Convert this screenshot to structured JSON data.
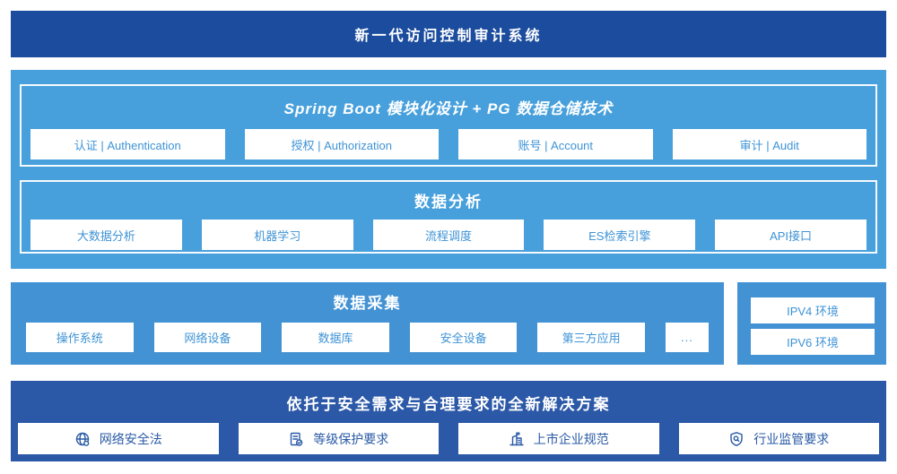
{
  "colors": {
    "dark-blue": "#1B4C9E",
    "light-blue": "#47A0DC",
    "mid-blue": "#4392D4",
    "bottom-blue": "#2B58A7",
    "box-text": "#3E93D6",
    "solution-text": "#2A5AA5"
  },
  "banner": {
    "title": "新一代访问控制审计系统"
  },
  "platform": {
    "arch": {
      "title": "Spring Boot 模块化设计 + PG 数据仓储技术",
      "boxes": [
        "认证 | Authentication",
        "授权 | Authorization",
        "账号 | Account",
        "审计 | Audit"
      ]
    },
    "analysis": {
      "title": "数据分析",
      "boxes": [
        "大数据分析",
        "机器学习",
        "流程调度",
        "ES检索引擎",
        "API接口"
      ]
    }
  },
  "collection": {
    "title": "数据采集",
    "boxes": [
      "操作系统",
      "网络设备",
      "数据库",
      "安全设备",
      "第三方应用",
      "..."
    ]
  },
  "environments": {
    "boxes": [
      "IPV4 环境",
      "IPV6 环境"
    ]
  },
  "solution": {
    "title": "依托于安全需求与合理要求的全新解决方案",
    "boxes": [
      {
        "icon": "globe-icon",
        "label": "网络安全法"
      },
      {
        "icon": "document-check-icon",
        "label": "等级保护要求"
      },
      {
        "icon": "building-icon",
        "label": "上市企业规范"
      },
      {
        "icon": "shield-search-icon",
        "label": "行业监管要求"
      }
    ]
  }
}
